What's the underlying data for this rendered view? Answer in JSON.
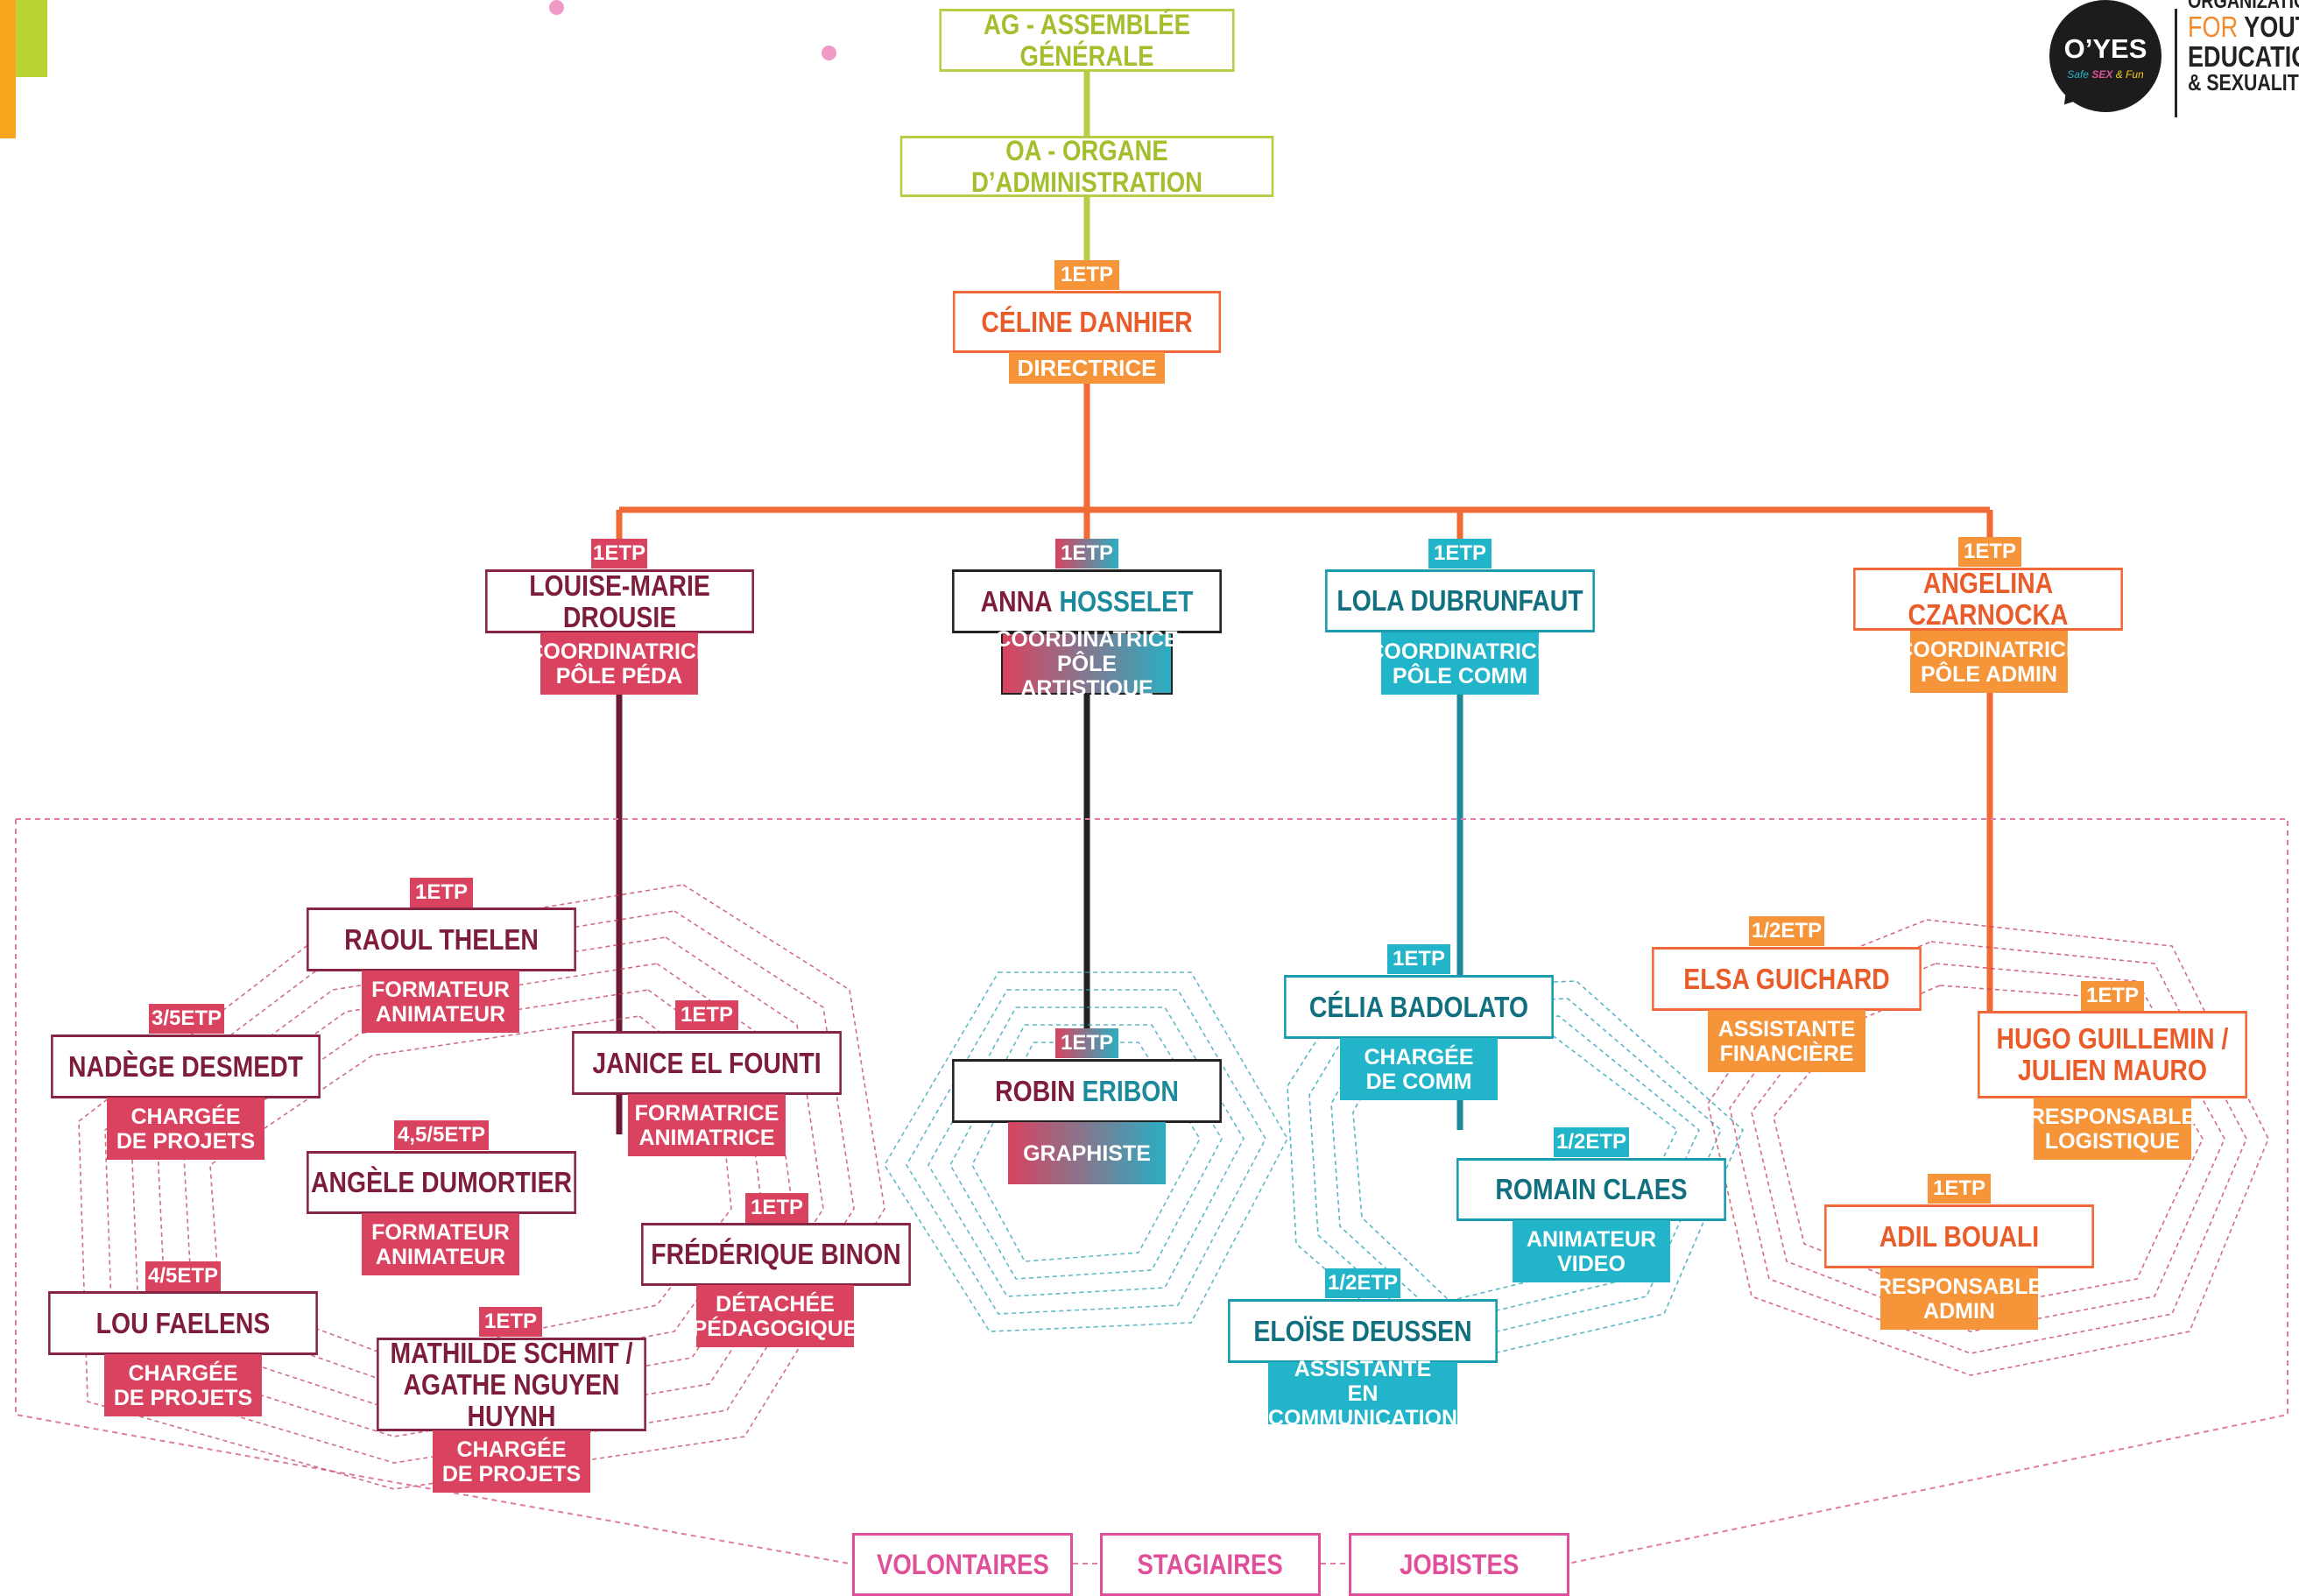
{
  "governance": {
    "ag": "AG - ASSEMBLÉE GÉNÉRALE",
    "oa": "OA - ORGANE D’ADMINISTRATION"
  },
  "director": {
    "tag": "1ETP",
    "name": "CÉLINE DANHIER",
    "role": "DIRECTRICE"
  },
  "coordinators": [
    {
      "tag": "1ETP",
      "name": "LOUISE-MARIE DROUSIE",
      "role1": "COORDINATRICE",
      "role2": "PÔLE PÉDA"
    },
    {
      "tag": "1ETP",
      "first": "ANNA",
      "last": "HOSSELET",
      "role1": "COORDINATRICE",
      "role2": "PÔLE ARTISTIQUE"
    },
    {
      "tag": "1ETP",
      "name": "LOLA DUBRUNFAUT",
      "role1": "COORDINATRICE",
      "role2": "PÔLE COMM"
    },
    {
      "tag": "1ETP",
      "name": "ANGELINA CZARNOCKA",
      "role1": "COORDINATRICE",
      "role2": "PÔLE ADMIN"
    }
  ],
  "peda_team": [
    {
      "tag": "1ETP",
      "name": "RAOUL THELEN",
      "role1": "FORMATEUR",
      "role2": "ANIMATEUR"
    },
    {
      "tag": "3/5ETP",
      "name": "NADÈGE DESMEDT",
      "role1": "CHARGÉE",
      "role2": "DE PROJETS"
    },
    {
      "tag": "1ETP",
      "name": "JANICE EL FOUNTI",
      "role1": "FORMATRICE",
      "role2": "ANIMATRICE"
    },
    {
      "tag": "4,5/5ETP",
      "name": "ANGÈLE DUMORTIER",
      "role1": "FORMATEUR",
      "role2": "ANIMATEUR"
    },
    {
      "tag": "1ETP",
      "name": "FRÉDÉRIQUE BINON",
      "role1": "DÉTACHÉE",
      "role2": "PÉDAGOGIQUE"
    },
    {
      "tag": "4/5ETP",
      "name": "LOU FAELENS",
      "role1": "CHARGÉE",
      "role2": "DE PROJETS"
    },
    {
      "tag": "1ETP",
      "name1": "MATHILDE SCHMIT /",
      "name2": "AGATHE NGUYEN HUYNH",
      "role1": "CHARGÉE",
      "role2": "DE PROJETS"
    }
  ],
  "art_team": [
    {
      "tag": "1ETP",
      "first": "ROBIN",
      "last": "ERIBON",
      "role": "GRAPHISTE"
    }
  ],
  "comm_team": [
    {
      "tag": "1ETP",
      "name": "CÉLIA BADOLATO",
      "role1": "CHARGÉE",
      "role2": "DE COMM"
    },
    {
      "tag": "1/2ETP",
      "name": "ROMAIN CLAES",
      "role1": "ANIMATEUR",
      "role2": "VIDEO"
    },
    {
      "tag": "1/2ETP",
      "name": "ELOÏSE DEUSSEN",
      "role1": "ASSISTANTE",
      "role2": "EN COMMUNICATION"
    }
  ],
  "admin_team": [
    {
      "tag": "1/2ETP",
      "name": "ELSA GUICHARD",
      "role1": "ASSISTANTE",
      "role2": "FINANCIÈRE"
    },
    {
      "tag": "1ETP",
      "name1": "HUGO GUILLEMIN /",
      "name2": "JULIEN MAURO",
      "role1": "RESPONSABLE",
      "role2": "LOGISTIQUE"
    },
    {
      "tag": "1ETP",
      "name": "ADIL BOUALI",
      "role1": "RESPONSABLE",
      "role2": "ADMIN"
    }
  ],
  "bottom": [
    "VOLONTAIRES",
    "STAGIAIRES",
    "JOBISTES"
  ],
  "logo": {
    "brand": "O’YES",
    "slogan_1": "Safe",
    "slogan_2": "SEX",
    "slogan_3": "& Fun",
    "line1": "ORGANIZATIO",
    "line2a": "FOR",
    "line2b": "YOUT",
    "line3": "EDUCATIO",
    "line4": "& SEXUALIT"
  },
  "colors": {
    "governance": "#b6cd47",
    "director": "#ef6a36",
    "peda": "#d9435f",
    "peda_dark": "#7d1d3a",
    "art": "#222222",
    "comm": "#22b4c9",
    "admin": "#f6943a",
    "bottom": "#e0509a"
  }
}
